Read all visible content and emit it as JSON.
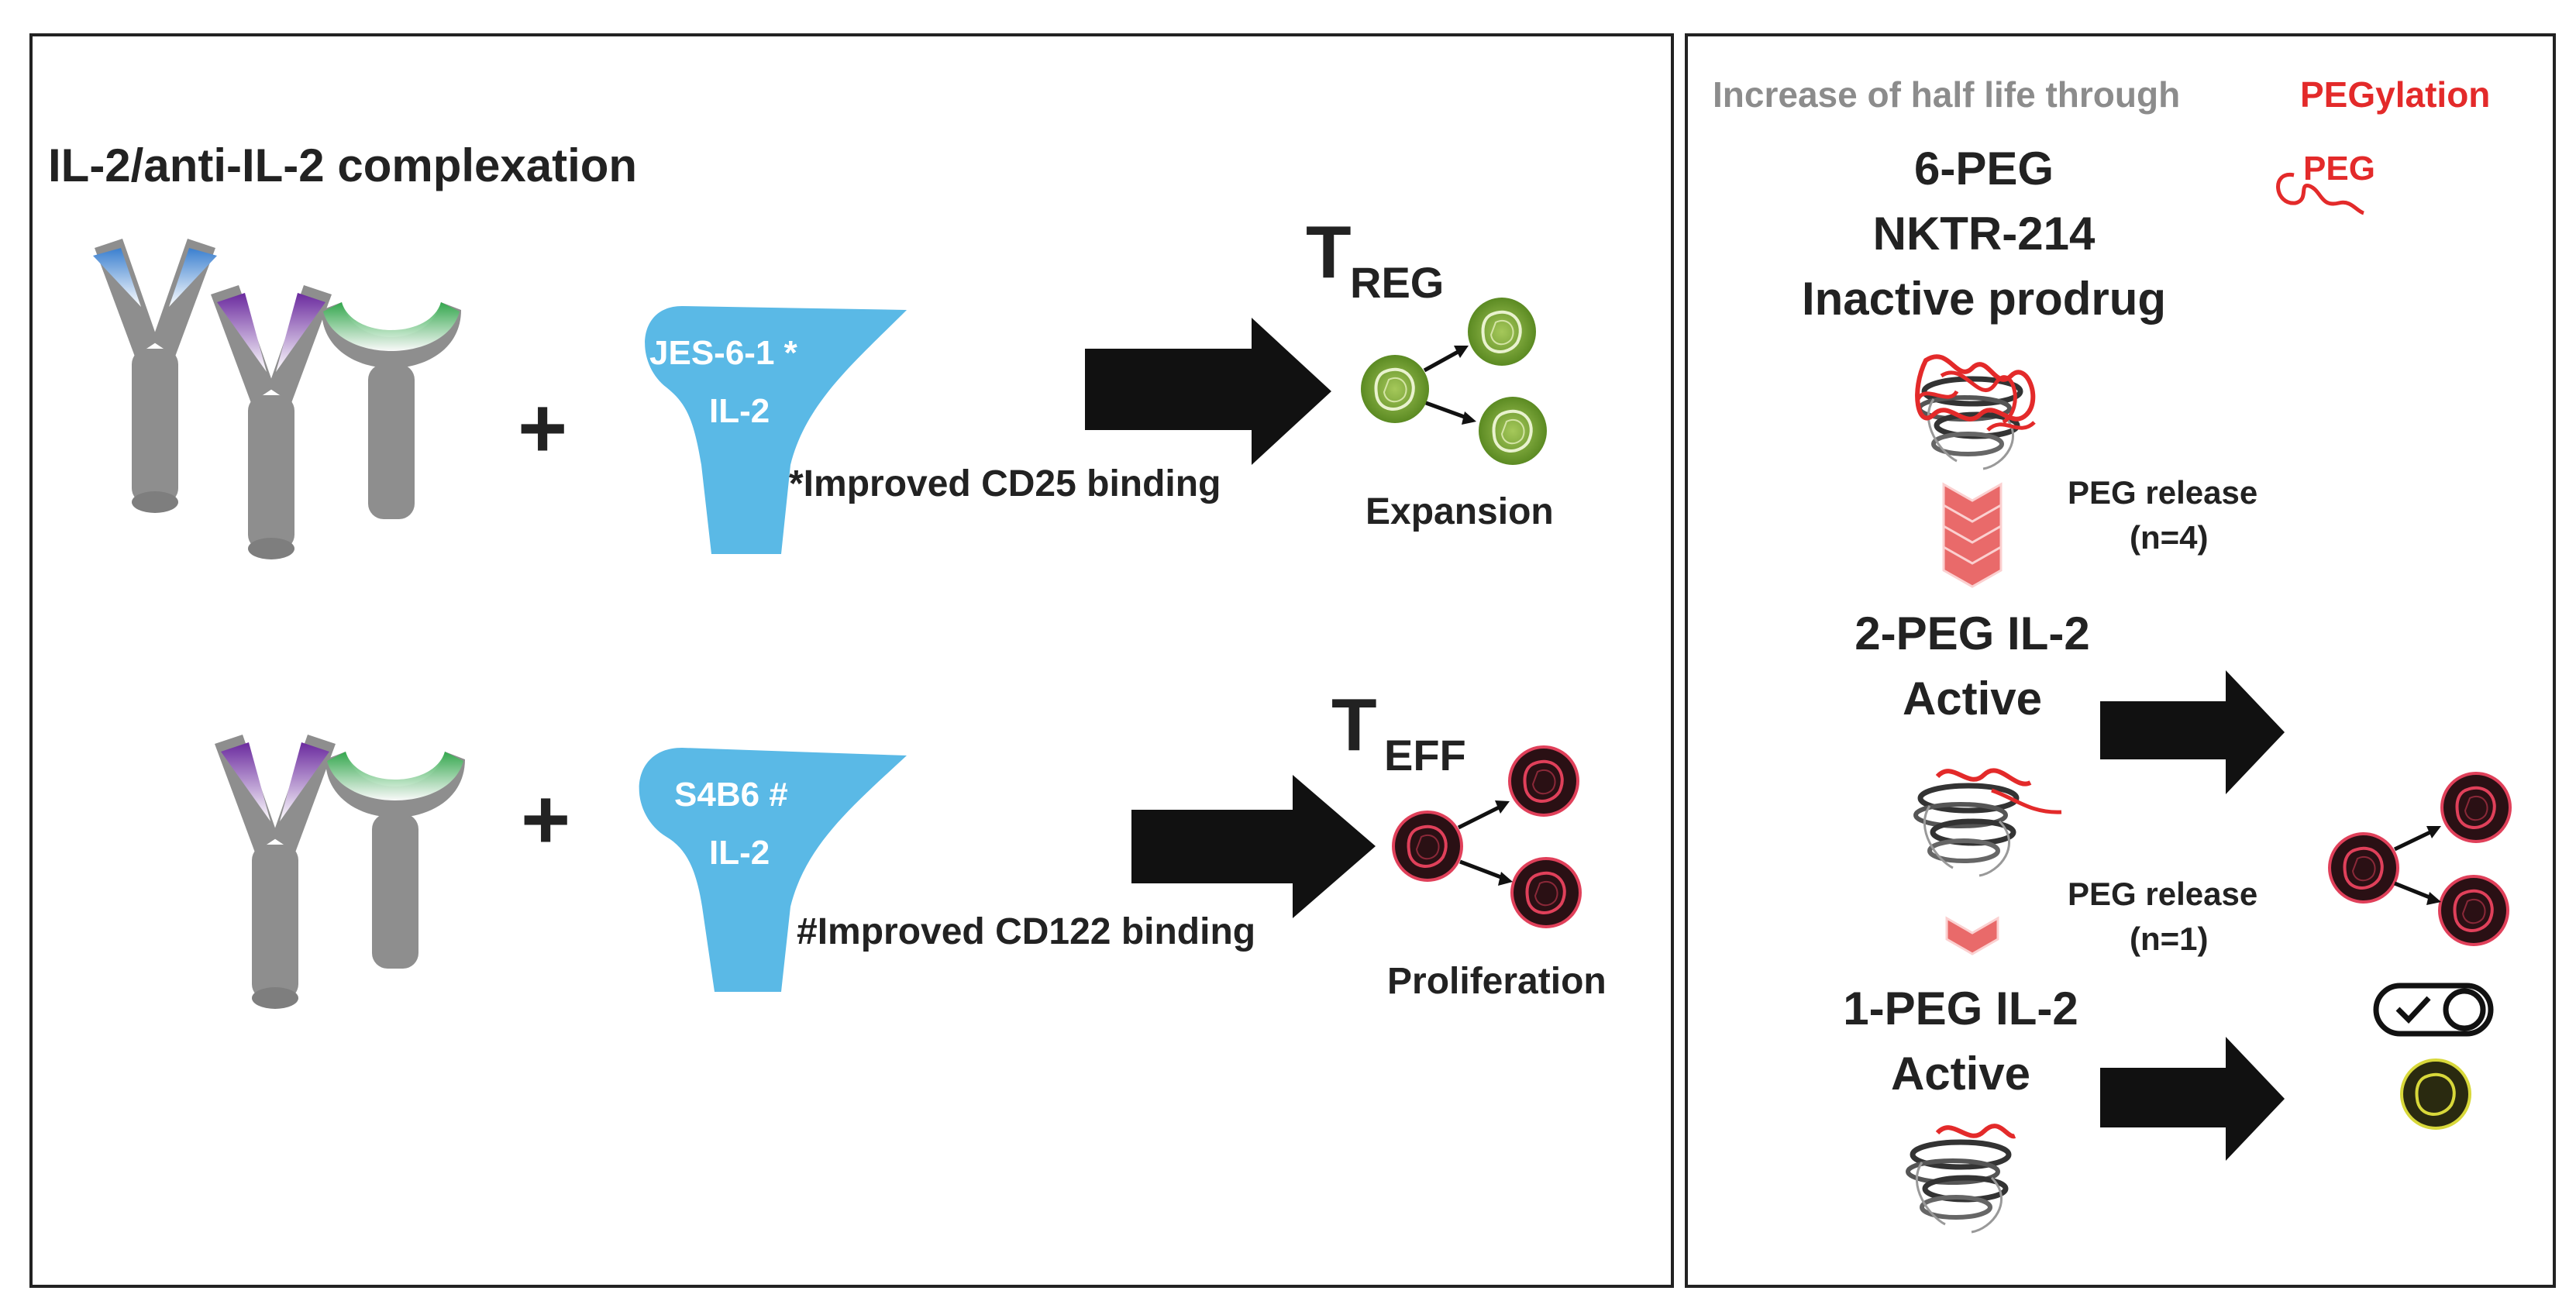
{
  "left_panel": {
    "title": "IL-2/anti-IL-2 complexation",
    "plus_sign": "+",
    "row1": {
      "antibody_line1": "JES-6-1 *",
      "antibody_line2": "IL-2",
      "note": "*Improved CD25 binding",
      "cell_label_main": "T",
      "cell_label_sub": "REG",
      "outcome": "Expansion"
    },
    "row2": {
      "antibody_line1": "S4B6 #",
      "antibody_line2": "IL-2",
      "note": "#Improved CD122 binding",
      "cell_label_main": "T",
      "cell_label_sub": "EFF",
      "outcome": "Proliferation"
    }
  },
  "right_panel": {
    "heading_gray": "Increase of half life through",
    "heading_red": "PEGylation",
    "peg_legend": "PEG",
    "prodrug_line1": "6-PEG",
    "prodrug_line2": "NKTR-214",
    "prodrug_line3": "Inactive prodrug",
    "release1_line1": "PEG release",
    "release1_line2": "(n=4)",
    "active2_line1": "2-PEG IL-2",
    "active2_line2": "Active",
    "release2_line1": "PEG release",
    "release2_line2": "(n=1)",
    "active1_line1": "1-PEG IL-2",
    "active1_line2": "Active"
  },
  "colors": {
    "antibody_blue": "#5ab9e6",
    "treg_green": "#6e9a2c",
    "teff_dark": "#2a1014",
    "teff_outline": "#e0405a",
    "peg_red": "#e32a2a",
    "antibody_gray": "#8e8e8e",
    "arrow_black": "#111111",
    "heading_gray": "#8c8c8c",
    "cell_yellow": "#d8d83a"
  },
  "icons": [
    "antibody-icon",
    "treg-cell-icon",
    "teff-cell-icon",
    "peg-chain-icon",
    "il2-protein-icon",
    "chevron-down-icon",
    "toggle-switch-icon",
    "arrow-right-icon"
  ]
}
